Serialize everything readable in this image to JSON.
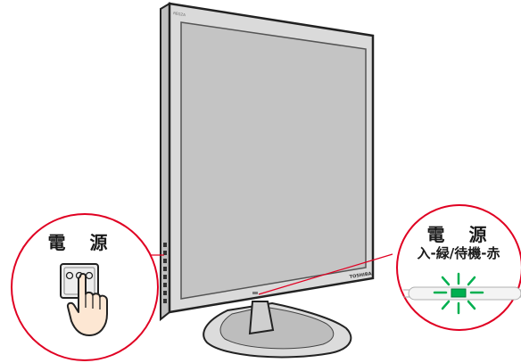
{
  "left_callout": {
    "title": "電 源"
  },
  "right_callout": {
    "title": "電 源",
    "indicator_text": "入-緑/待機-赤"
  },
  "tv": {
    "brand_text": "TOSHIBA",
    "model_text": "REGZA"
  },
  "colors": {
    "callout_border": "#e00022",
    "led_green": "#00b050",
    "frame": "#d7d7d7",
    "screen": "#c6c6c6",
    "outline": "#222222"
  },
  "icons": [
    "power-button-icon",
    "pointing-hand-icon",
    "power-led-icon"
  ]
}
